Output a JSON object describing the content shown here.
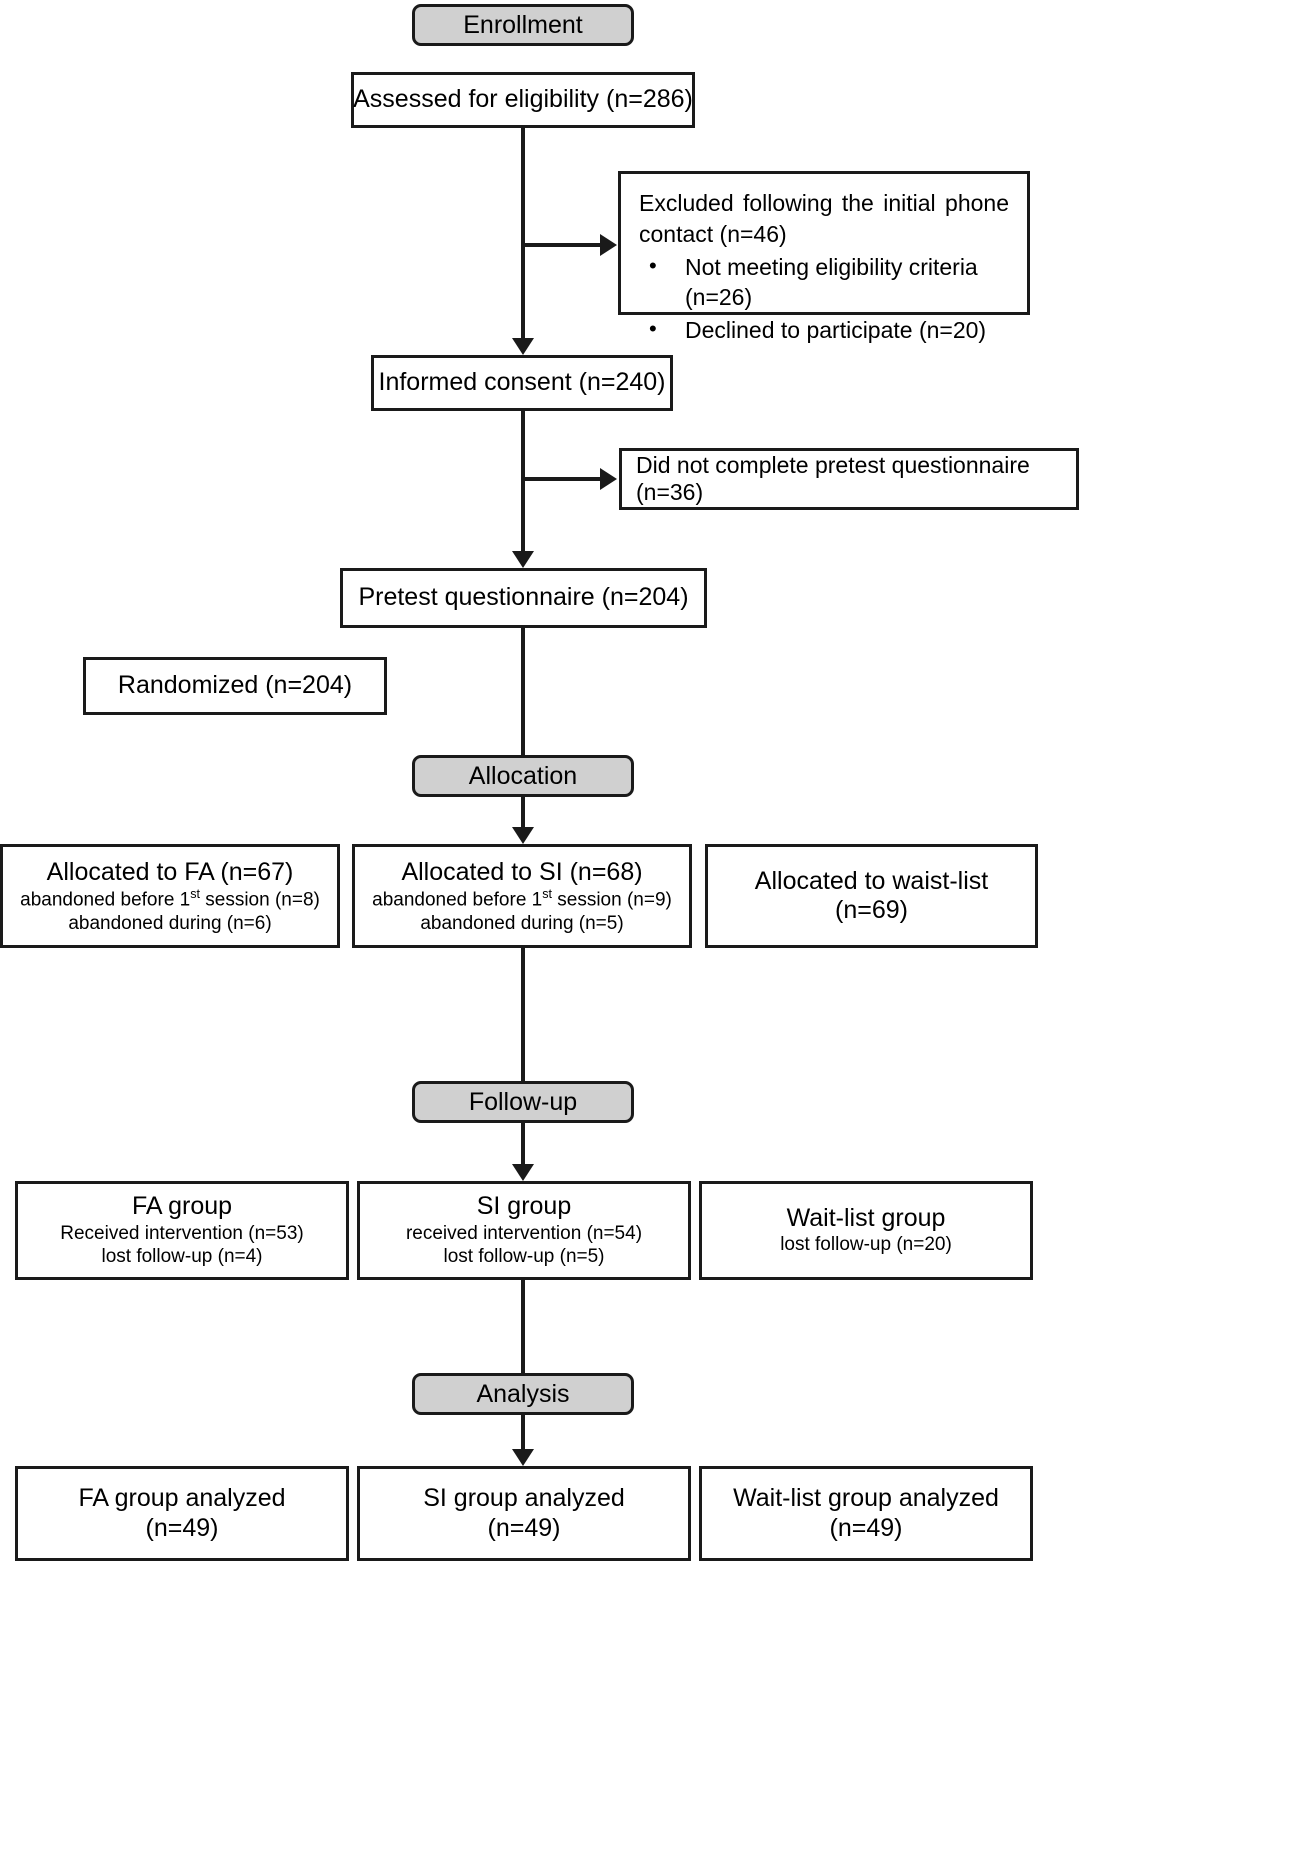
{
  "diagram": {
    "title": "CONSORT participant flow diagram",
    "type": "flowchart",
    "accent_stage_fill": "#d0d0d0",
    "box_fill": "#ffffff",
    "line_color": "#1a1a1a"
  },
  "stages": {
    "enrollment": "Enrollment",
    "allocation": "Allocation",
    "followup": "Follow-up",
    "analysis": "Analysis"
  },
  "enrollment": {
    "assessed": "Assessed for eligibility (n=286)",
    "excluded": {
      "line1": "Excluded  following  the  initial  phone",
      "line2": "contact (n=46)",
      "bullets": [
        "Not meeting eligibility criteria (n=26)",
        "Declined to participate (n=20)"
      ]
    },
    "informed_consent": "Informed consent (n=240)",
    "did_not_complete": "Did not complete pretest questionnaire (n=36)",
    "pretest": "Pretest questionnaire (n=204)",
    "randomized": "Randomized (n=204)"
  },
  "allocation": {
    "fa": {
      "title": "Allocated to FA (n=67)",
      "sub1_pre": "abandoned before 1",
      "sub1_sup": "st",
      "sub1_post": " session (n=8)",
      "sub2": "abandoned during (n=6)"
    },
    "si": {
      "title": "Allocated to SI (n=68)",
      "sub1_pre": "abandoned before 1",
      "sub1_sup": "st",
      "sub1_post": " session (n=9)",
      "sub2": "abandoned during (n=5)"
    },
    "waitlist": {
      "title_line1": "Allocated to waist-list",
      "title_line2": "(n=69)"
    }
  },
  "followup": {
    "fa": {
      "title": "FA group",
      "sub1": "Received intervention (n=53)",
      "sub2": "lost follow-up (n=4)"
    },
    "si": {
      "title": "SI group",
      "sub1": "received intervention (n=54)",
      "sub2": "lost follow-up (n=5)"
    },
    "waitlist": {
      "title": "Wait-list group",
      "sub1": "lost follow-up (n=20)"
    }
  },
  "analysis": {
    "fa": {
      "line1": "FA group analyzed",
      "line2": "(n=49)"
    },
    "si": {
      "line1": "SI group analyzed",
      "line2": "(n=49)"
    },
    "waitlist": {
      "line1": "Wait-list group analyzed",
      "line2": "(n=49)"
    }
  }
}
